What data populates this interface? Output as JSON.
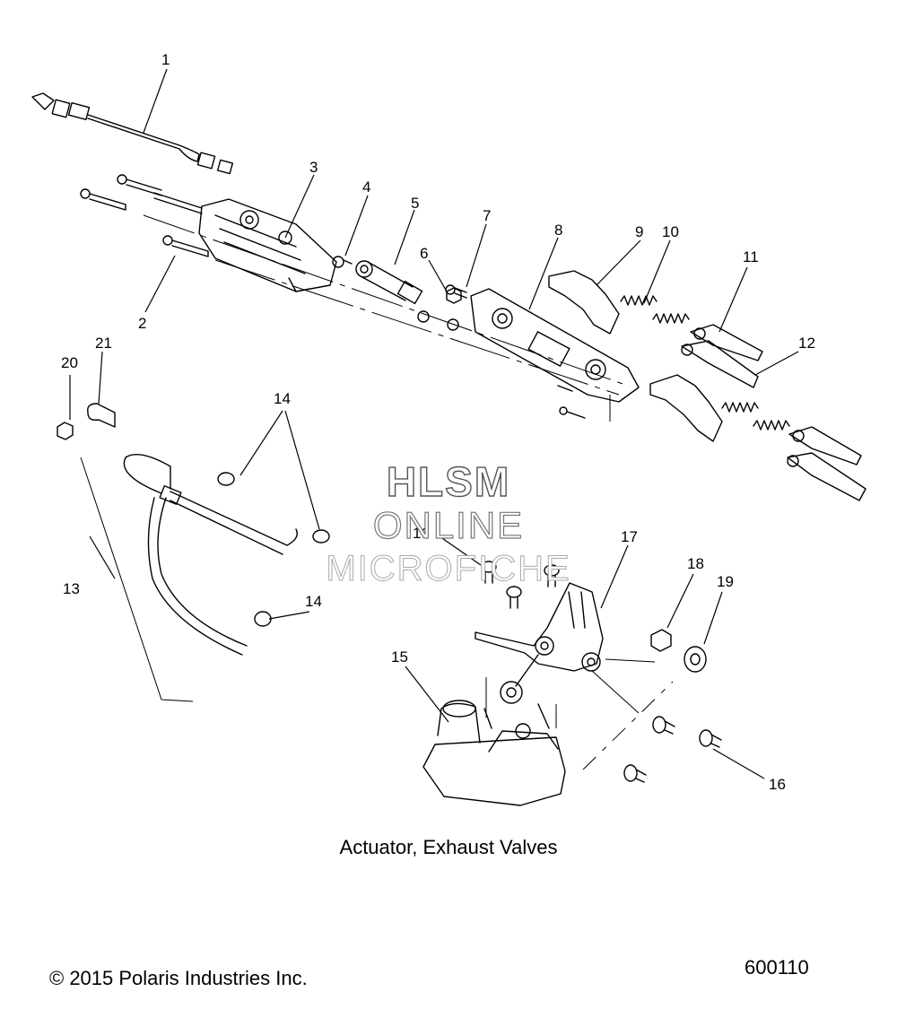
{
  "caption": "Actuator, Exhaust Valves",
  "copyright": "© 2015 Polaris Industries Inc.",
  "figure_number": "600110",
  "watermark": [
    "HLSM",
    "ONLINE",
    "MICROFICHE"
  ],
  "callouts": {
    "c1": "1",
    "c2": "2",
    "c3": "3",
    "c4": "4",
    "c5": "5",
    "c6": "6",
    "c7": "7",
    "c8": "8",
    "c9": "9",
    "c10": "10",
    "c11": "11",
    "c12": "12",
    "c13": "13",
    "c14a": "14",
    "c14b": "14",
    "c15": "15",
    "c16a": "16",
    "c16b": "16",
    "c17": "17",
    "c18": "18",
    "c19": "19",
    "c20": "20",
    "c21": "21"
  }
}
